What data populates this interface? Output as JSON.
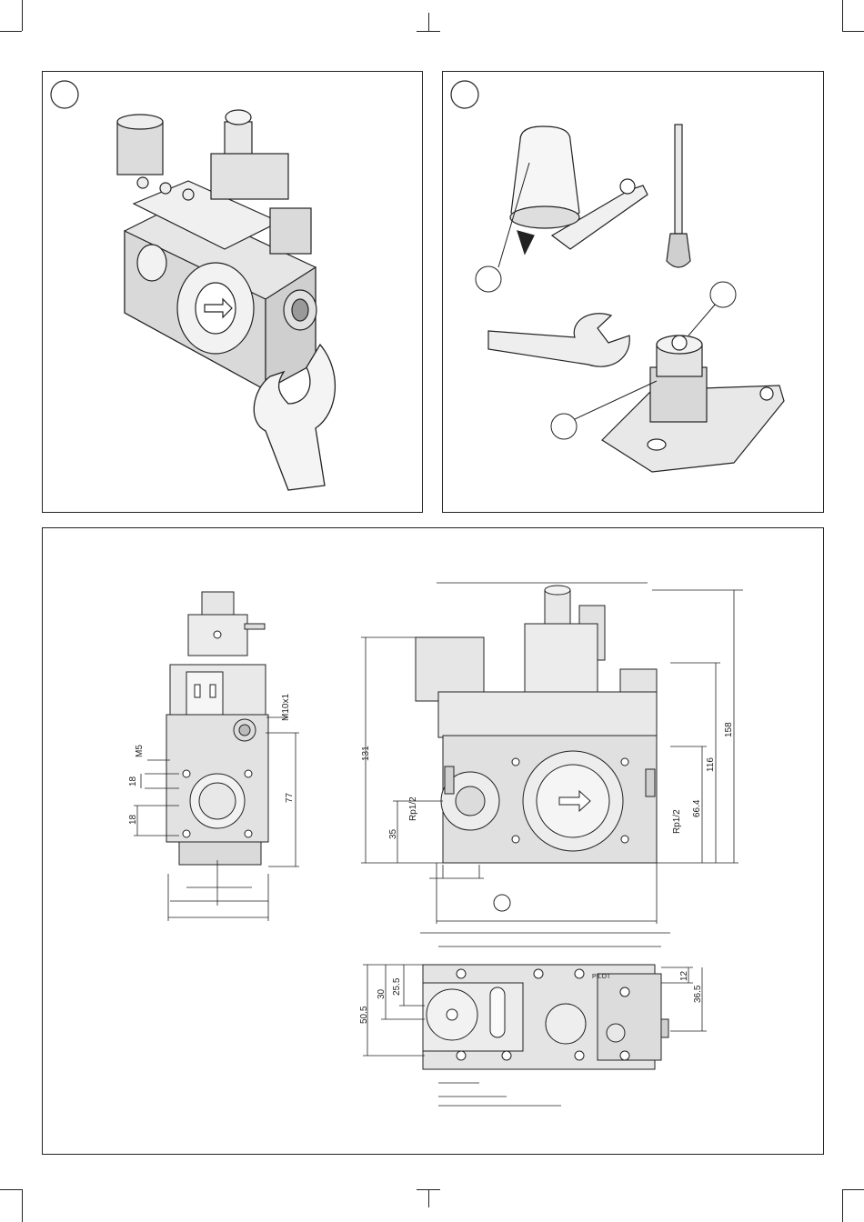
{
  "panels": {
    "install": {
      "callout": ""
    },
    "parts": {
      "callouts": [
        "",
        "",
        ""
      ]
    }
  },
  "dimensions": {
    "side": {
      "thread": "M10x1",
      "m5": "M5",
      "d18a": "18",
      "d18b": "18",
      "d77": "77"
    },
    "front": {
      "d131": "131",
      "d35": "35",
      "rp_in": "Rp1/2",
      "rp_out": "Rp1/2",
      "d66": "66.4",
      "d116": "116",
      "d158": "158"
    },
    "top": {
      "d50": "50.5",
      "d30": "30",
      "d25": "25.5",
      "d12": "12",
      "d36": "36.5",
      "pilot": "PILOT"
    }
  },
  "colors": {
    "line": "#222222",
    "fill": "#eeeeee",
    "accent": "#ffffff"
  }
}
